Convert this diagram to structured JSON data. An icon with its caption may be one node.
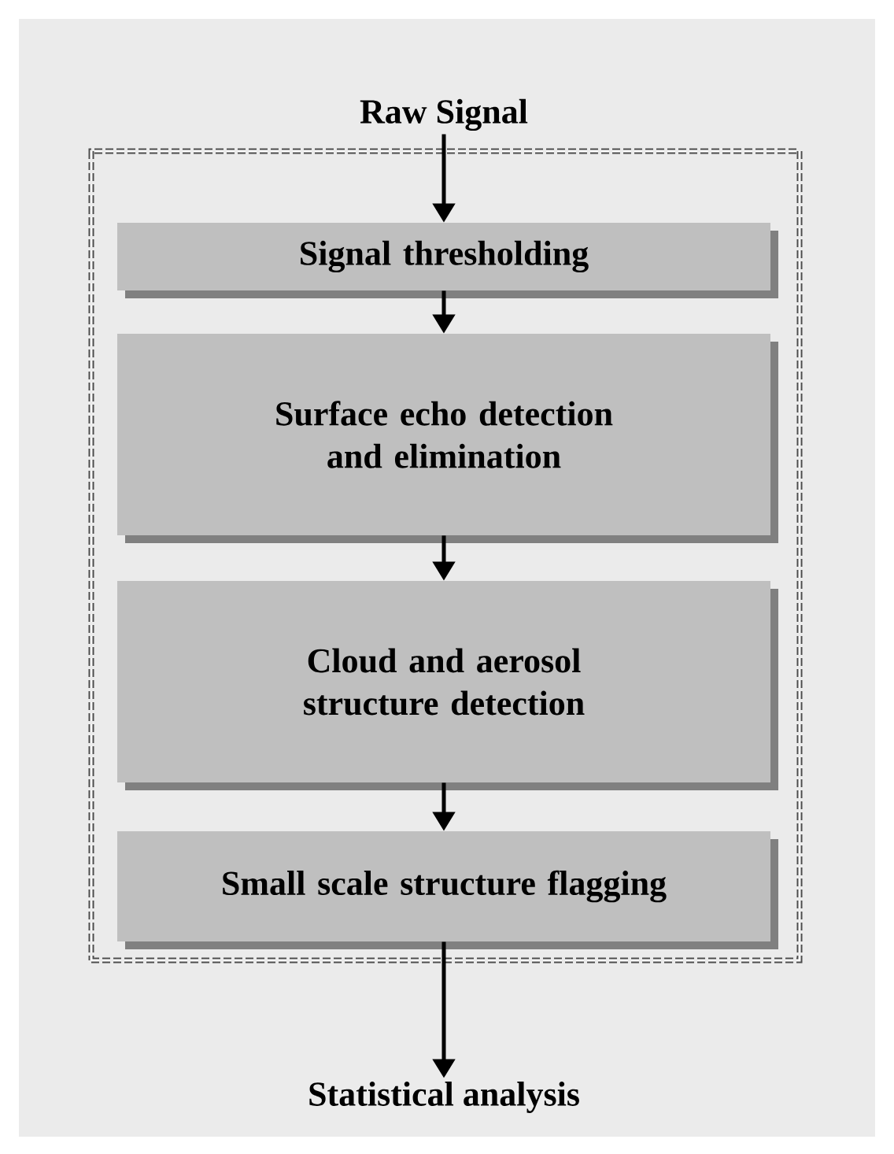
{
  "diagram": {
    "nodes": [
      {
        "text": [
          "Raw Signal"
        ]
      },
      {
        "text": [],
        "shape": "box"
      },
      {
        "text": [
          "Signal  thresholding"
        ],
        "in": 1
      },
      {
        "text": [
          "Surface  echo  detection and elimination"
        ],
        "in": 1
      },
      {
        "text": [
          "Cloud and aerosol structure detection"
        ],
        "in": 1
      },
      {
        "text": [
          "Small scale structure flagging"
        ],
        "in": 1
      },
      {
        "text": [
          "Statistical analysis"
        ]
      }
    ],
    "edges": [
      {
        "from": 0,
        "to": 2,
        "arrow": "to"
      },
      {
        "from": 2,
        "to": 3,
        "arrow": "to"
      },
      {
        "from": 3,
        "to": 4,
        "arrow": "to"
      },
      {
        "from": 4,
        "to": 5,
        "arrow": "to"
      },
      {
        "from": 5,
        "to": 6,
        "arrow": "to"
      }
    ]
  }
}
